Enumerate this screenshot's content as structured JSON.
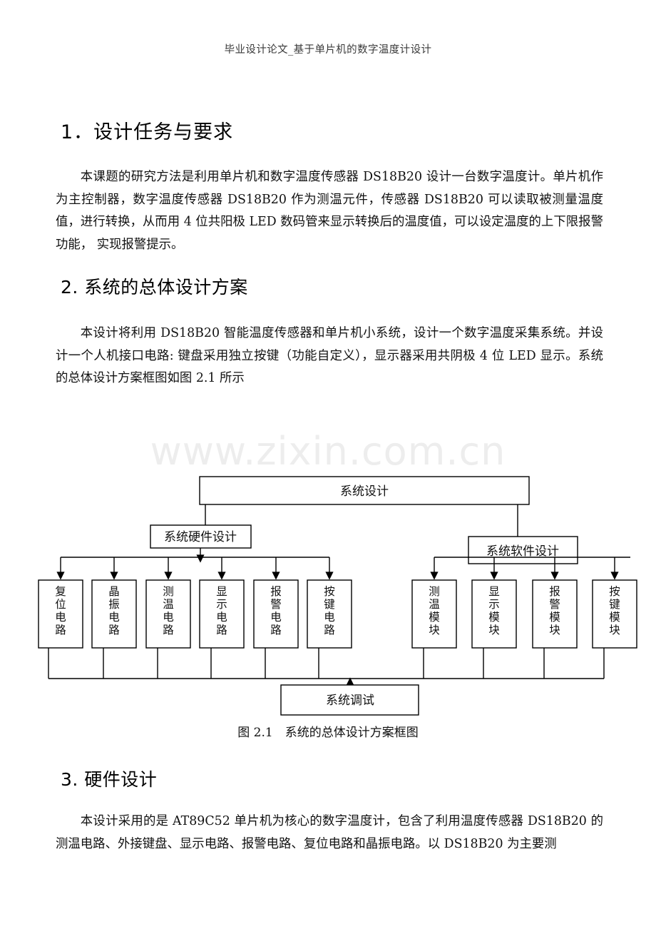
{
  "header": {
    "running_title": "毕业设计论文_基于单片机的数字温度计设计"
  },
  "sections": [
    {
      "heading": "1．设计任务与要求",
      "body": "本课题的研究方法是利用单片机和数字温度传感器 DS18B20 设计一台数字温度计。单片机作为主控制器，数字温度传感器 DS18B20 作为测温元件，传感器 DS18B20 可以读取被测量温度值，进行转换，从而用 4 位共阳极 LED 数码管来显示转换后的温度值，可以设定温度的上下限报警功能， 实现报警提示。"
    },
    {
      "heading": "2. 系统的总体设计方案",
      "body": "本设计将利用 DS18B20 智能温度传感器和单片机小系统，设计一个数字温度采集系统。并设计一个人机接口电路: 键盘采用独立按键（功能自定义），显示器采用共阴极 4 位 LED 显示。系统的总体设计方案框图如图 2.1 所示"
    },
    {
      "heading": "3. 硬件设计",
      "body": "本设计采用的是 AT89C52 单片机为核心的数字温度计，包含了利用温度传感器 DS18B20 的测温电路、外接键盘、显示电路、报警电路、复位电路和晶振电路。以 DS18B20 为主要测"
    }
  ],
  "watermark": {
    "text": "www.zixin.com.cn",
    "color": "#ededed"
  },
  "figure": {
    "caption": "图 2.1　系统的总体设计方案框图",
    "root": "系统设计",
    "branches": [
      {
        "label": "系统硬件设计"
      },
      {
        "label": "系统软件设计"
      }
    ],
    "hardware_modules": [
      "复位电路",
      "晶振电路",
      "测温电路",
      "显示电路",
      "报警电路",
      "按键电路"
    ],
    "software_modules": [
      "测温模块",
      "显示模块",
      "报警模块",
      "按键模块"
    ],
    "footer_node": "系统调试",
    "line_color": "#000000",
    "box_fill": "#ffffff"
  }
}
